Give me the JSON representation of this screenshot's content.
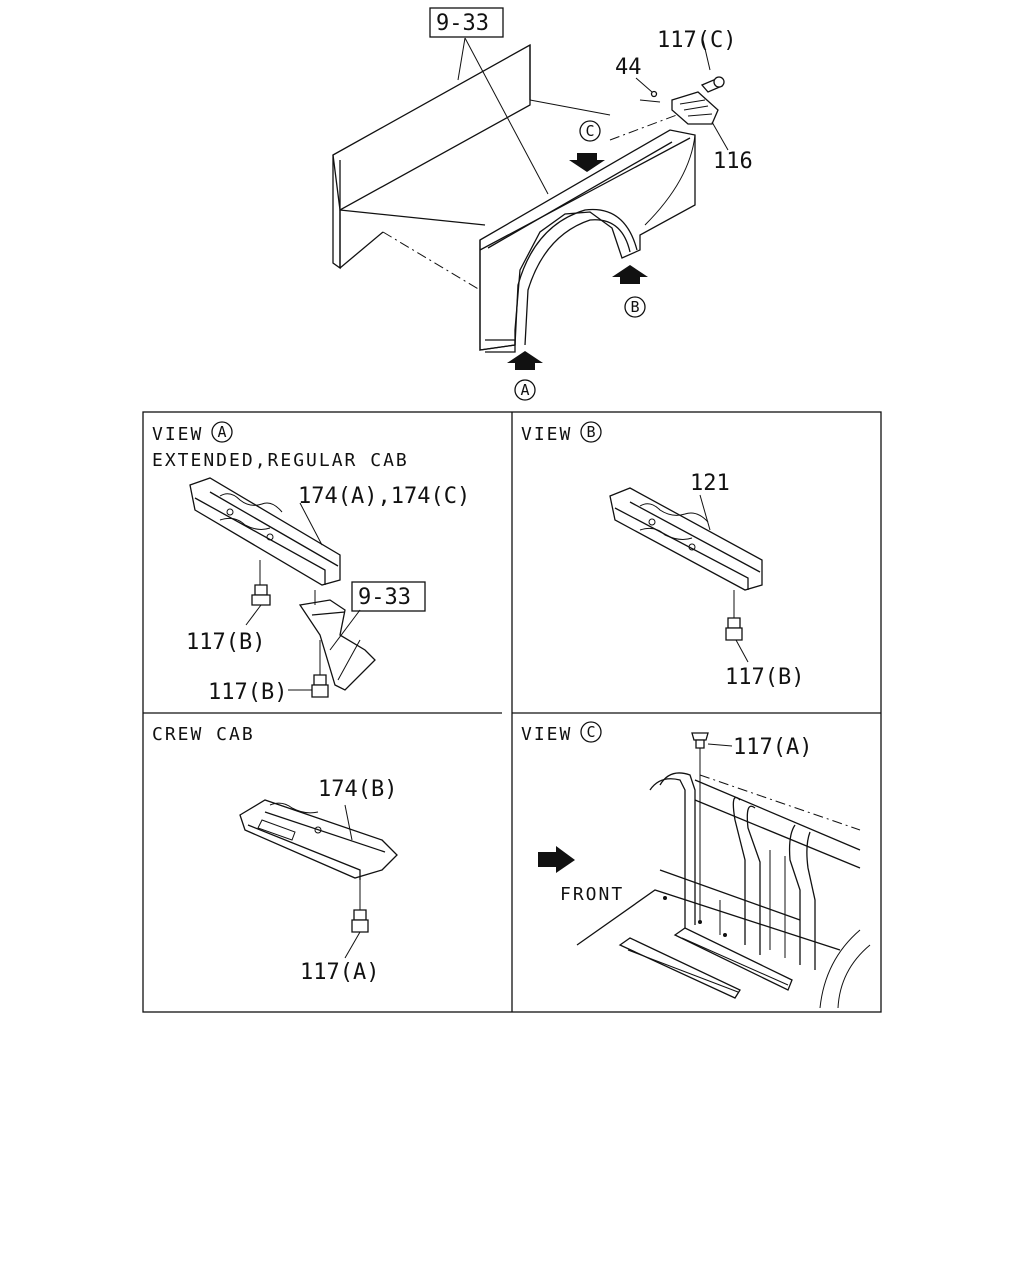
{
  "main": {
    "ref_top": "9-33",
    "part_117c": "117(C)",
    "part_44": "44",
    "part_116": "116",
    "view_c_marker": "C",
    "view_b_marker": "B",
    "view_a_marker": "A"
  },
  "panel_a": {
    "view_word": "VIEW",
    "view_letter": "A",
    "subtitle": "EXTENDED,REGULAR CAB",
    "part_174": "174(A),174(C)",
    "ref": "9-33",
    "part_117b_1": "117(B)",
    "part_117b_2": "117(B)"
  },
  "panel_b": {
    "view_word": "VIEW",
    "view_letter": "B",
    "part_121": "121",
    "part_117b": "117(B)"
  },
  "panel_crew": {
    "title": "CREW CAB",
    "part_174b": "174(B)",
    "part_117a": "117(A)"
  },
  "panel_c": {
    "view_word": "VIEW",
    "view_letter": "C",
    "part_117a": "117(A)",
    "front_label": "FRONT"
  }
}
